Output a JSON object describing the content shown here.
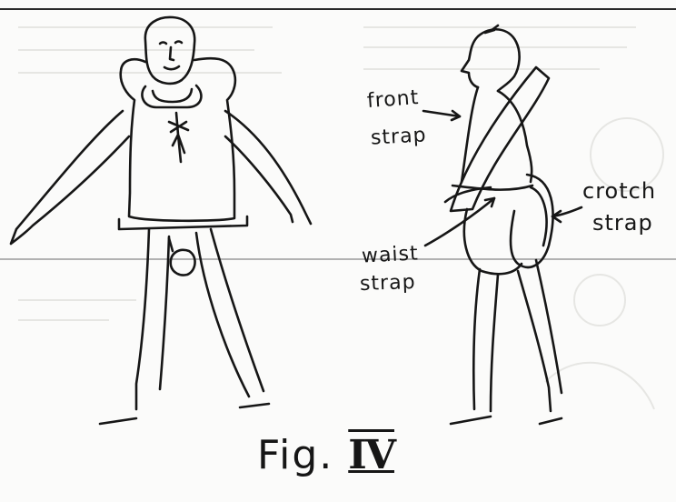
{
  "labels": {
    "front_strap_line1": "front",
    "front_strap_line2": "strap",
    "crotch_strap_line1": "crotch",
    "crotch_strap_line2": "strap",
    "waist_strap_line1": "waist",
    "waist_strap_line2": "strap"
  },
  "caption": {
    "prefix": "Fig.",
    "numeral": "IV"
  },
  "colors": {
    "ink": "#161616",
    "paper": "#fbfbfa",
    "fold_line": "#9a9a9a"
  }
}
